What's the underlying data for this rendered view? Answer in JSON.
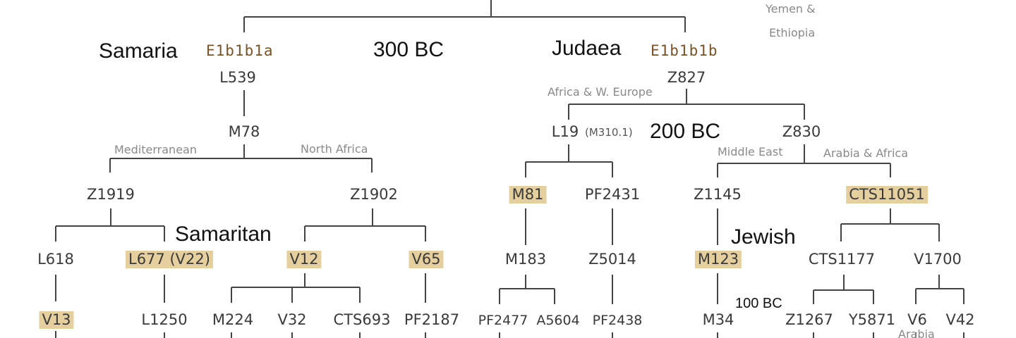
{
  "regions": {
    "yemen1": "Yemen &",
    "yemen2": "Ethiopia",
    "africa_europe": "Africa & W. Europe",
    "mediterranean": "Mediterranean",
    "north_africa": "North Africa",
    "middle_east": "Middle East",
    "arabia_africa": "Arabia & Africa",
    "arabia": "Arabia"
  },
  "places": {
    "samaria": "Samaria",
    "judaea": "Judaea",
    "samaritan": "Samaritan",
    "jewish": "Jewish"
  },
  "dates": {
    "d300": "300 BC",
    "d200": "200 BC",
    "d100": "100 BC"
  },
  "haplogroups": {
    "e1b1b1a": "E1b1b1a",
    "e1b1b1b": "E1b1b1b"
  },
  "nodes": {
    "L539": "L539",
    "Z827": "Z827",
    "M78": "M78",
    "L19": "L19",
    "M310": "(M310.1)",
    "Z830": "Z830",
    "Z1919": "Z1919",
    "Z1902": "Z1902",
    "M81": "M81",
    "PF2431": "PF2431",
    "Z1145": "Z1145",
    "CTS11051": "CTS11051",
    "L618": "L618",
    "L677": "L677 (V22)",
    "V12": "V12",
    "V65": "V65",
    "M183": "M183",
    "Z5014": "Z5014",
    "M123": "M123",
    "CTS1177": "CTS1177",
    "V1700": "V1700",
    "V13": "V13",
    "L1250": "L1250",
    "M224": "M224",
    "V32": "V32",
    "CTS693": "CTS693",
    "PF2187": "PF2187",
    "PF2477": "PF2477",
    "A5604": "A5604",
    "PF2438": "PF2438",
    "M34": "M34",
    "Z1267": "Z1267",
    "Y5871": "Y5871",
    "V6": "V6",
    "V42": "V42"
  },
  "colors": {
    "line": "#444444",
    "highlight": "#e5cf9f",
    "haplogroup": "#7a5326",
    "region": "#8a8a8a"
  }
}
